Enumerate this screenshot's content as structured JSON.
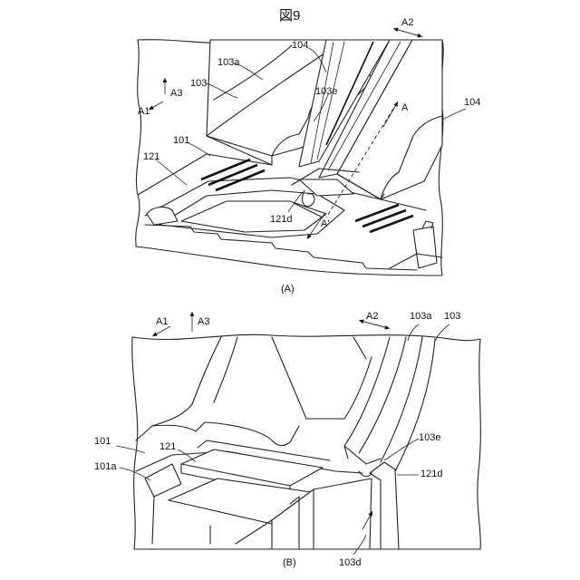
{
  "figure_title": "図9",
  "panel_a": {
    "caption": "(A)",
    "labels": {
      "l104_top": "104",
      "l103a": "103a",
      "l103": "103",
      "l103e": "103e",
      "l104_right": "104",
      "l101": "101",
      "l121": "121",
      "l121d": "121d",
      "A": "A",
      "A_prime": "A'",
      "A1": "A1",
      "A2": "A2",
      "A3": "A3"
    }
  },
  "panel_b": {
    "caption": "(B)",
    "labels": {
      "A1": "A1",
      "A3": "A3",
      "A2": "A2",
      "l103a": "103a",
      "l103": "103",
      "l101": "101",
      "l101a": "101a",
      "l121": "121",
      "l103e": "103e",
      "l121d": "121d",
      "l103d": "103d"
    }
  }
}
